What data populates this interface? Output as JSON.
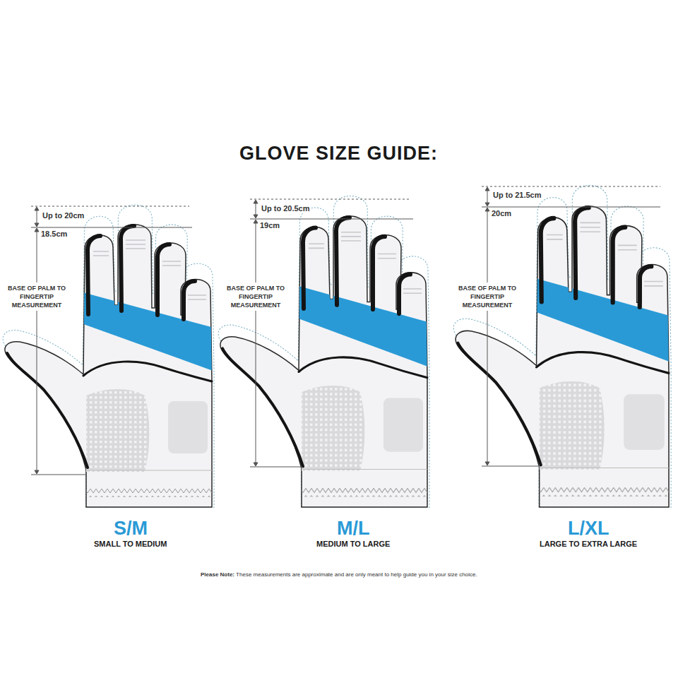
{
  "diagram": {
    "title": "GLOVE SIZE GUIDE:",
    "labels": [
      "Up to 20cm",
      "18.5cm",
      "BASE OF PALM TO FINGERTIP MEASUREMENT",
      "S/M",
      "SMALL TO MEDIUM",
      "Up to 20.5cm",
      "19cm",
      "BASE OF PALM TO FINGERTIP MEASUREMENT",
      "M/L",
      "MEDIUM TO LARGE",
      "Up to 21.5cm",
      "20cm",
      "BASE OF PALM TO FINGERTIP MEASUREMENT",
      "L/XL",
      "LARGE TO EXTRA LARGE",
      "Please Note:",
      "These measurements are approximate and are only meant to help guide you in your size choice."
    ]
  }
}
